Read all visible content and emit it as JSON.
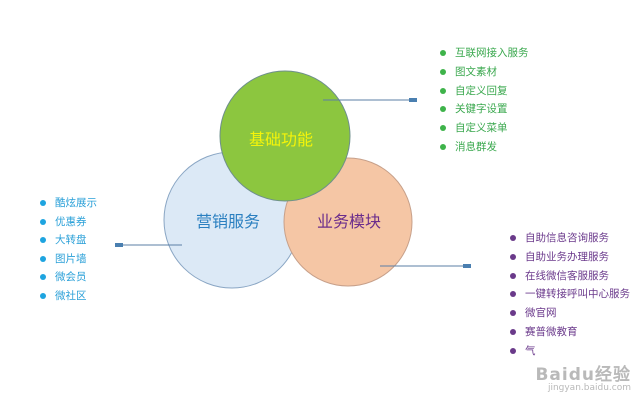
{
  "circles": {
    "basic": {
      "label": "基础功能",
      "fill": "#8cc63f",
      "text_color": "#f4f40a"
    },
    "marketing": {
      "label": "营销服务",
      "fill": "#dce9f6",
      "text_color": "#2a7fc0"
    },
    "business": {
      "label": "业务模块",
      "fill": "#f5c6a5",
      "text_color": "#6b2d8c"
    }
  },
  "lists": {
    "basic": [
      "互联网接入服务",
      "图文素材",
      "自定义回复",
      "关键字设置",
      "自定义菜单",
      "消息群发"
    ],
    "marketing": [
      "酷炫展示",
      "优惠券",
      "大转盘",
      "图片墙",
      "微会员",
      "微社区"
    ],
    "business": [
      "自助信息咨询服务",
      "自助业务办理服务",
      "在线微信客服服务",
      "一键转接呼叫中心服务",
      "微官网",
      "赛普微教育",
      "气"
    ]
  },
  "colors": {
    "basic_bullet": "#3eb34a",
    "marketing_bullet": "#1ea4e0",
    "business_bullet": "#6a3a8a",
    "connector": "#5b7fa6"
  },
  "watermark": {
    "main": "Baidu经验",
    "sub": "jingyan.baidu.com"
  }
}
